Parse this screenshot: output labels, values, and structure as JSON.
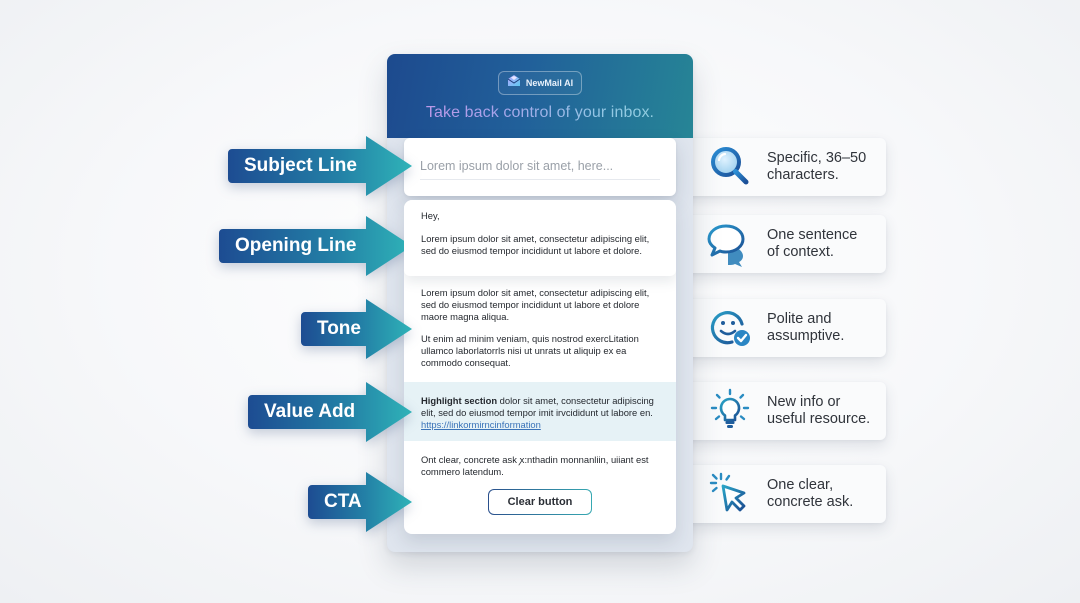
{
  "email": {
    "brand": {
      "name": "NewMail AI",
      "icon": "envelope-logo-icon"
    },
    "headline": "Take back control of your inbox.",
    "subject": {
      "placeholder": "Lorem ipsum dolor sit amet, here..."
    },
    "opening": {
      "greeting": "Hey,",
      "text": "Lorem ipsum dolor sit amet, consectetur adipiscing elit, sed do eiusmod tempor incididunt ut labore et dolore."
    },
    "tone": {
      "paragraph1": "Lorem ipsum dolor sit amet, consectetur adipiscing elit, sed do eiusmod tempor incididunt ut labore et dolore maore magna aliqua.",
      "paragraph2": "Ut enim ad minim veniam, quis nostrod exercLitation ullamco laborlatorrls nisi ut unrats ut aliquip ex ea commodo consequat."
    },
    "value_add": {
      "bold": "Highlight section",
      "text": " dolor sit amet, consectetur adipiscing elit, sed do eiusmod tempor imit irvcididunt ut labore en. ",
      "link": "https://linkormirncinformation"
    },
    "cta": {
      "text": "Ont clear, concrete ask  ꭗ:nthadin monnanliin, uiiant est commero latendum.",
      "button_label": "Clear button"
    }
  },
  "arrows": [
    {
      "label": "Subject Line"
    },
    {
      "label": "Opening Line"
    },
    {
      "label": "Tone"
    },
    {
      "label": "Value Add"
    },
    {
      "label": "CTA"
    }
  ],
  "tips": [
    {
      "icon": "magnifier-icon",
      "text": "Specific, 36–50\ncharacters."
    },
    {
      "icon": "speech-bubbles-icon",
      "text": "One sentence\nof context."
    },
    {
      "icon": "smiley-check-icon",
      "text": "Polite and\nassumptive."
    },
    {
      "icon": "lightbulb-icon",
      "text": "New info or\nuseful resource."
    },
    {
      "icon": "cursor-click-icon",
      "text": "One clear,\nconcrete ask."
    }
  ],
  "colors": {
    "header_start": "#1d4a8e",
    "header_end": "#268596",
    "arrow_start": "#1e4f94",
    "arrow_end": "#2eb0b6",
    "highlight_bg": "#e6f2f6",
    "link": "#3a73b8"
  }
}
